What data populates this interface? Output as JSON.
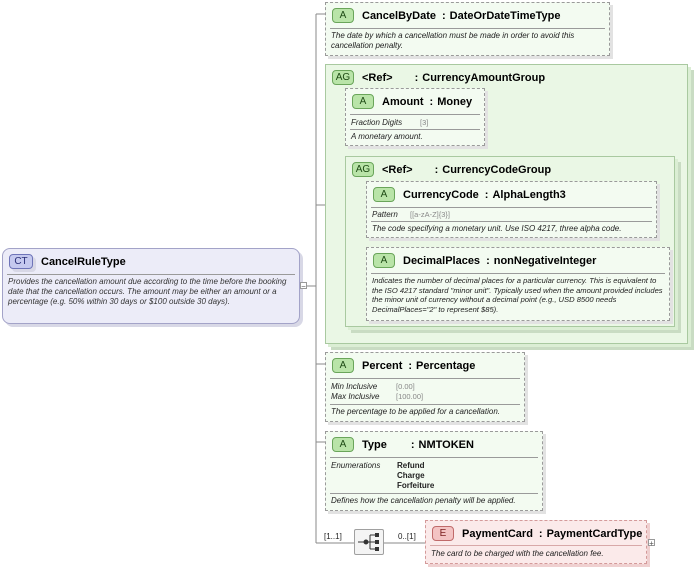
{
  "complex_type": {
    "badge": "CT",
    "name": "CancelRuleType",
    "doc": "Provides the cancellation amount due according to the time before the booking date that the cancellation occurs. The amount may be either an amount or a percentage (e.g. 50% within 30 days or $100 outside 30 days)."
  },
  "cancel_by_date": {
    "badge": "A",
    "name": "CancelByDate",
    "sep": ":",
    "type": "DateOrDateTimeType",
    "doc": "The date by which a cancellation must be made in order to avoid this cancellation penalty."
  },
  "currency_amount_group": {
    "badge": "AG",
    "name": "<Ref>",
    "sep": ":",
    "type": "CurrencyAmountGroup"
  },
  "amount": {
    "badge": "A",
    "name": "Amount",
    "sep": ":",
    "type": "Money",
    "facet_label": "Fraction Digits",
    "facet_value": "[3]",
    "doc": "A monetary amount."
  },
  "currency_code_group": {
    "badge": "AG",
    "name": "<Ref>",
    "sep": ":",
    "type": "CurrencyCodeGroup"
  },
  "currency_code": {
    "badge": "A",
    "name": "CurrencyCode",
    "sep": ":",
    "type": "AlphaLength3",
    "facet_label": "Pattern",
    "facet_value": "[[a-zA-Z]{3}]",
    "doc": "The code specifying a monetary unit. Use ISO 4217, three alpha code."
  },
  "decimal_places": {
    "badge": "A",
    "name": "DecimalPlaces",
    "sep": ":",
    "type": "nonNegativeInteger",
    "doc": "Indicates the number of decimal places for a particular currency. This is equivalent to the ISO 4217 standard \"minor unit\". Typically used when the amount provided includes the minor unit of currency without a decimal point (e.g., USD 8500 needs DecimalPlaces=\"2\" to represent $85)."
  },
  "percent": {
    "badge": "A",
    "name": "Percent",
    "sep": ":",
    "type": "Percentage",
    "facet1_label": "Min Inclusive",
    "facet1_value": "[0.00]",
    "facet2_label": "Max Inclusive",
    "facet2_value": "[100.00]",
    "doc": "The percentage to be applied for a cancellation."
  },
  "type_attr": {
    "badge": "A",
    "name": "Type",
    "sep": ":",
    "type": "NMTOKEN",
    "facet_label": "Enumerations",
    "enums": [
      "Refund",
      "Charge",
      "Forfeiture"
    ],
    "doc": "Defines how the cancellation penalty will be applied."
  },
  "sequence": {
    "cardinality": "[1..1]"
  },
  "payment_card": {
    "badge": "E",
    "cardinality": "0..[1]",
    "name": "PaymentCard",
    "sep": ":",
    "type": "PaymentCardType",
    "doc": "The card to be charged with the cancellation fee."
  },
  "colors": {
    "attribute_bg": "#f3fbf1",
    "group_bg": "#eaf7e5",
    "complex_type_bg": "#ececf8",
    "element_bg": "#fbeaea"
  }
}
